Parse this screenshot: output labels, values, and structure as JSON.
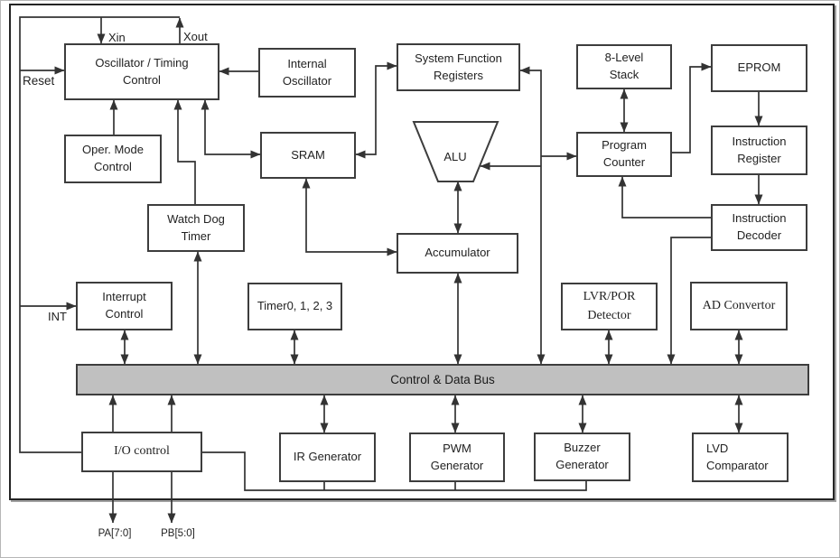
{
  "diagram": {
    "nodes": {
      "oscillator": {
        "label": "Oscillator / Timing\nControl"
      },
      "oper_mode": {
        "label": "Oper. Mode\nControl"
      },
      "internal_osc": {
        "label": "Internal\nOscillator"
      },
      "sfr": {
        "label": "System Function\nRegisters"
      },
      "stack": {
        "label": "8-Level\nStack"
      },
      "eprom": {
        "label": "EPROM"
      },
      "sram": {
        "label": "SRAM"
      },
      "alu": {
        "label": "ALU"
      },
      "program_counter": {
        "label": "Program\nCounter"
      },
      "instruction_register": {
        "label": "Instruction\nRegister"
      },
      "instruction_decoder": {
        "label": "Instruction\nDecoder"
      },
      "watchdog": {
        "label": "Watch Dog\nTimer"
      },
      "accumulator": {
        "label": "Accumulator"
      },
      "interrupt": {
        "label": "Interrupt\nControl"
      },
      "timers": {
        "label": "Timer0, 1, 2, 3"
      },
      "lvr_por": {
        "label": "LVR/POR\nDetector"
      },
      "ad_conv": {
        "label": "AD Convertor"
      },
      "io_control": {
        "label": "I/O control"
      },
      "ir_gen": {
        "label": "IR Generator"
      },
      "pwm_gen": {
        "label": "PWM\nGenerator"
      },
      "buzzer_gen": {
        "label": "Buzzer\nGenerator"
      },
      "lvd_comp": {
        "label": "LVD\nComparator"
      }
    },
    "bus": {
      "label": "Control & Data Bus"
    },
    "pins": {
      "xin": "Xin",
      "xout": "Xout",
      "reset": "Reset",
      "int": "INT",
      "pa": "PA[7:0]",
      "pb": "PB[5:0]"
    },
    "colors": {
      "line": "#333333",
      "box_border": "#3d3d3d",
      "bus_fill": "#c0c0c0",
      "background": "#ffffff"
    }
  }
}
